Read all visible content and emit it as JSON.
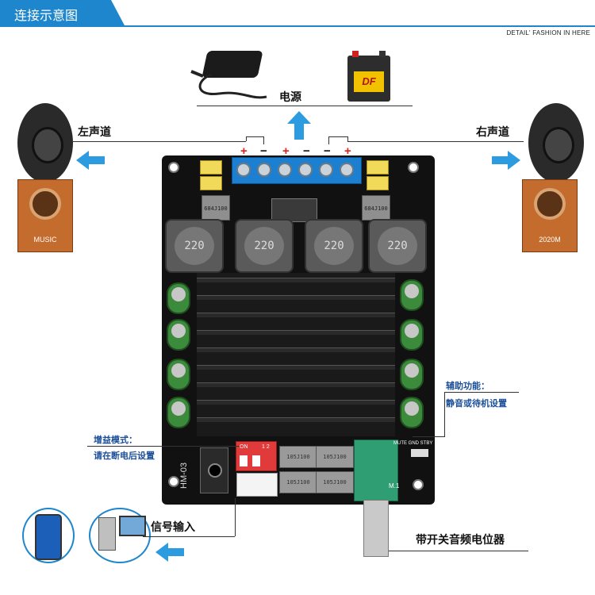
{
  "header": {
    "title": "连接示意图",
    "tagline": "DETAIL' FASHION IN HERE",
    "accent_color": "#1e86cc"
  },
  "power": {
    "label": "电源",
    "adapter_icon": "power-adapter-icon",
    "battery_icon": "car-battery-icon",
    "battery_brand": "DF"
  },
  "left_channel": {
    "label": "左声道",
    "cabinet_text": "MUSIC"
  },
  "right_channel": {
    "label": "右声道",
    "cabinet_text": "2020M"
  },
  "terminals": {
    "polarity": [
      "+",
      "−",
      "+",
      "−",
      "−",
      "+"
    ],
    "plus_color": "#e02020",
    "minus_color": "#111111"
  },
  "board": {
    "model": "HM-03",
    "inductor_label": "220",
    "yellow_cap_code": "684J100",
    "ic_codes": [
      "105J100",
      "105J100",
      "105J100",
      "105J100"
    ],
    "dip_text": "ON",
    "dip_numbers": "1 2",
    "pin_header_label": "MUTE GND STBY",
    "pot_label": "M.1",
    "heatsink_fins": 9
  },
  "aux": {
    "title": "辅助功能：",
    "desc": "静音或待机设置"
  },
  "gain": {
    "title": "增益模式：",
    "desc": "请在断电后设置"
  },
  "signal": {
    "label": "信号输入",
    "phone_icon": "smartphone-icon",
    "pc_icon": "desktop-computer-icon"
  },
  "potentiometer": {
    "label": "带开关音频电位器"
  }
}
